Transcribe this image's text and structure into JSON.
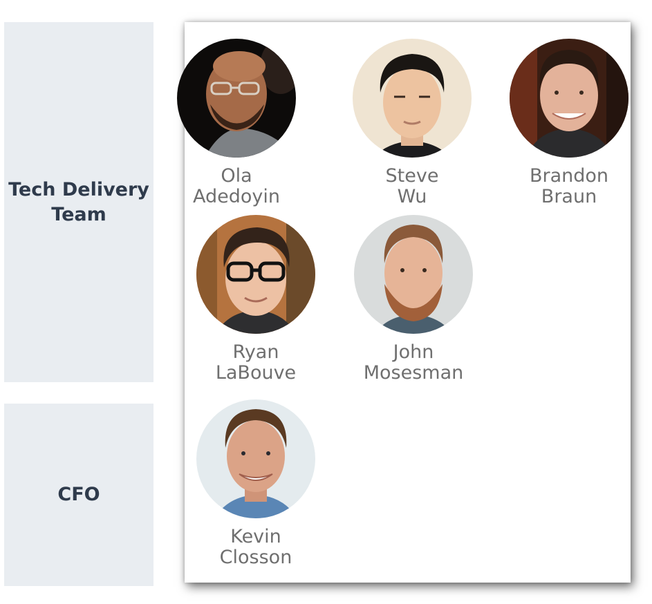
{
  "sections": {
    "tech": {
      "label": "Tech Delivery\nTeam"
    },
    "cfo": {
      "label": "CFO"
    }
  },
  "people": [
    {
      "first": "Ola",
      "last": "Adedoyin",
      "icon": "avatar-photo"
    },
    {
      "first": "Steve",
      "last": "Wu",
      "icon": "avatar-photo"
    },
    {
      "first": "Brandon",
      "last": "Braun",
      "icon": "avatar-photo"
    },
    {
      "first": "Ryan",
      "last": "LaBouve",
      "icon": "avatar-photo"
    },
    {
      "first": "John",
      "last": "Mosesman",
      "icon": "avatar-photo"
    },
    {
      "first": "Kevin",
      "last": "Closson",
      "icon": "avatar-photo"
    }
  ],
  "colors": {
    "label_bg": "#e9edf1",
    "label_text": "#2f3b4c",
    "name_text": "#6f6f6f"
  }
}
